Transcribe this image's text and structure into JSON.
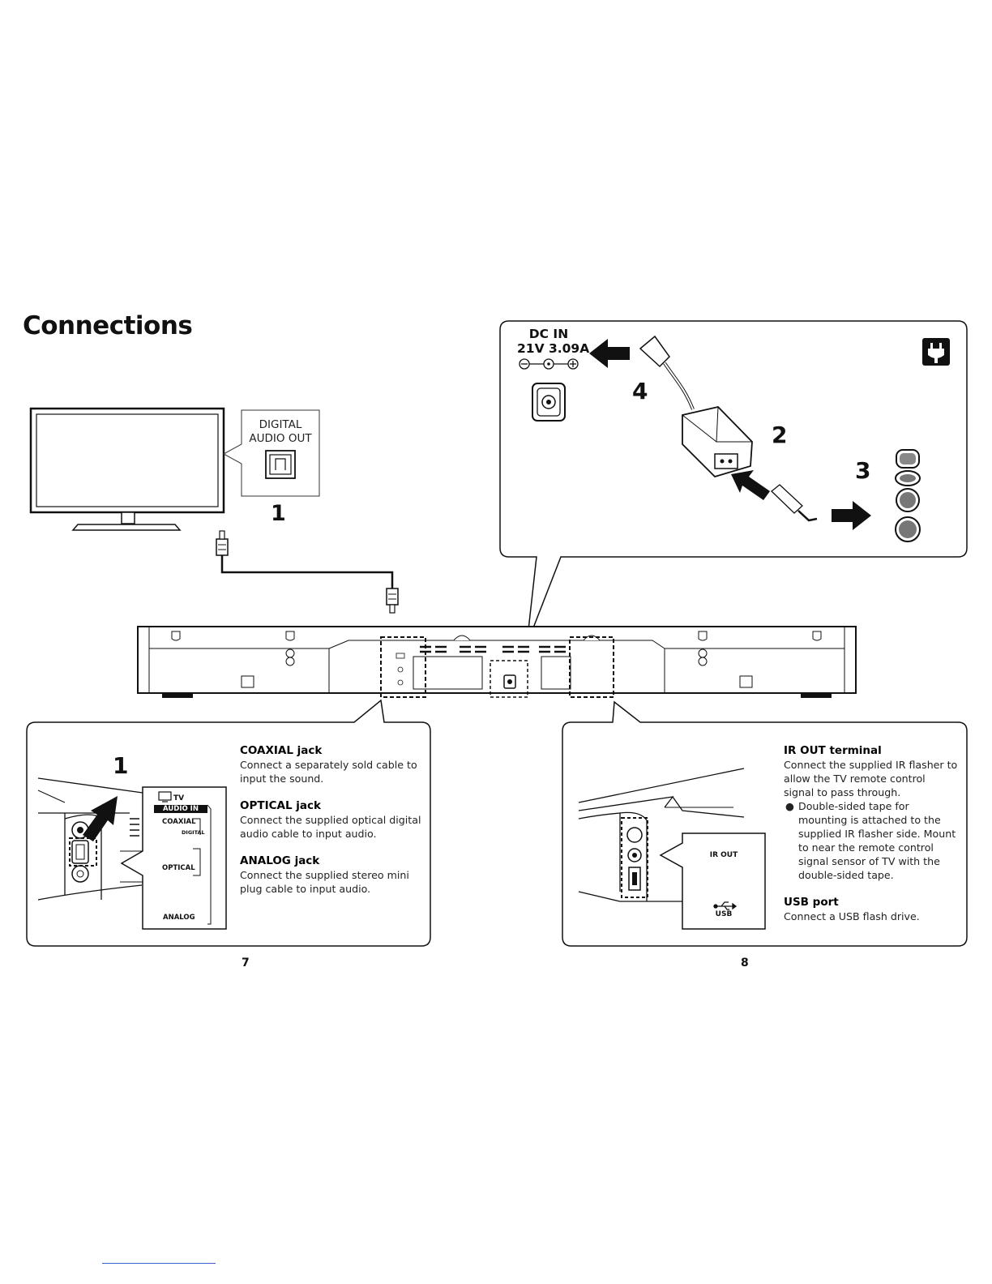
{
  "page": {
    "title": "Connections",
    "page_left": "7",
    "page_right": "8",
    "icon": "power-plug-icon"
  },
  "tv_callout": {
    "label_line1": "DIGITAL",
    "label_line2": "AUDIO OUT",
    "step": "1"
  },
  "power_callout": {
    "dc_in_line1": "DC IN",
    "dc_in_line2": "21V 3.09A",
    "step_adapter_cable": "4",
    "step_adapter": "2",
    "step_plug": "3"
  },
  "left_detail": {
    "step": "1",
    "panel_tv": "TV",
    "panel_audio_in": "AUDIO IN",
    "panel_coaxial": "COAXIAL",
    "panel_digital": "DIGITAL",
    "panel_optical": "OPTICAL",
    "panel_analog": "ANALOG",
    "items": [
      {
        "heading": "COAXIAL jack",
        "text": "Connect a separately sold cable to input the sound."
      },
      {
        "heading": "OPTICAL jack",
        "text": "Connect the supplied optical digital audio cable to input audio."
      },
      {
        "heading": "ANALOG jack",
        "text": "Connect the supplied stereo mini plug cable to input audio."
      }
    ]
  },
  "right_detail": {
    "panel_ir_out": "IR OUT",
    "panel_usb": "USB",
    "ir_heading": "IR OUT terminal",
    "ir_text": "Connect the supplied IR flasher to allow the TV remote control signal to pass through.",
    "ir_bullet": "Double-sided tape for mounting is attached to the supplied IR flasher side. Mount to near the remote control signal sensor of TV with the double-sided tape.",
    "usb_heading": "USB port",
    "usb_text": "Connect a USB flash drive."
  }
}
